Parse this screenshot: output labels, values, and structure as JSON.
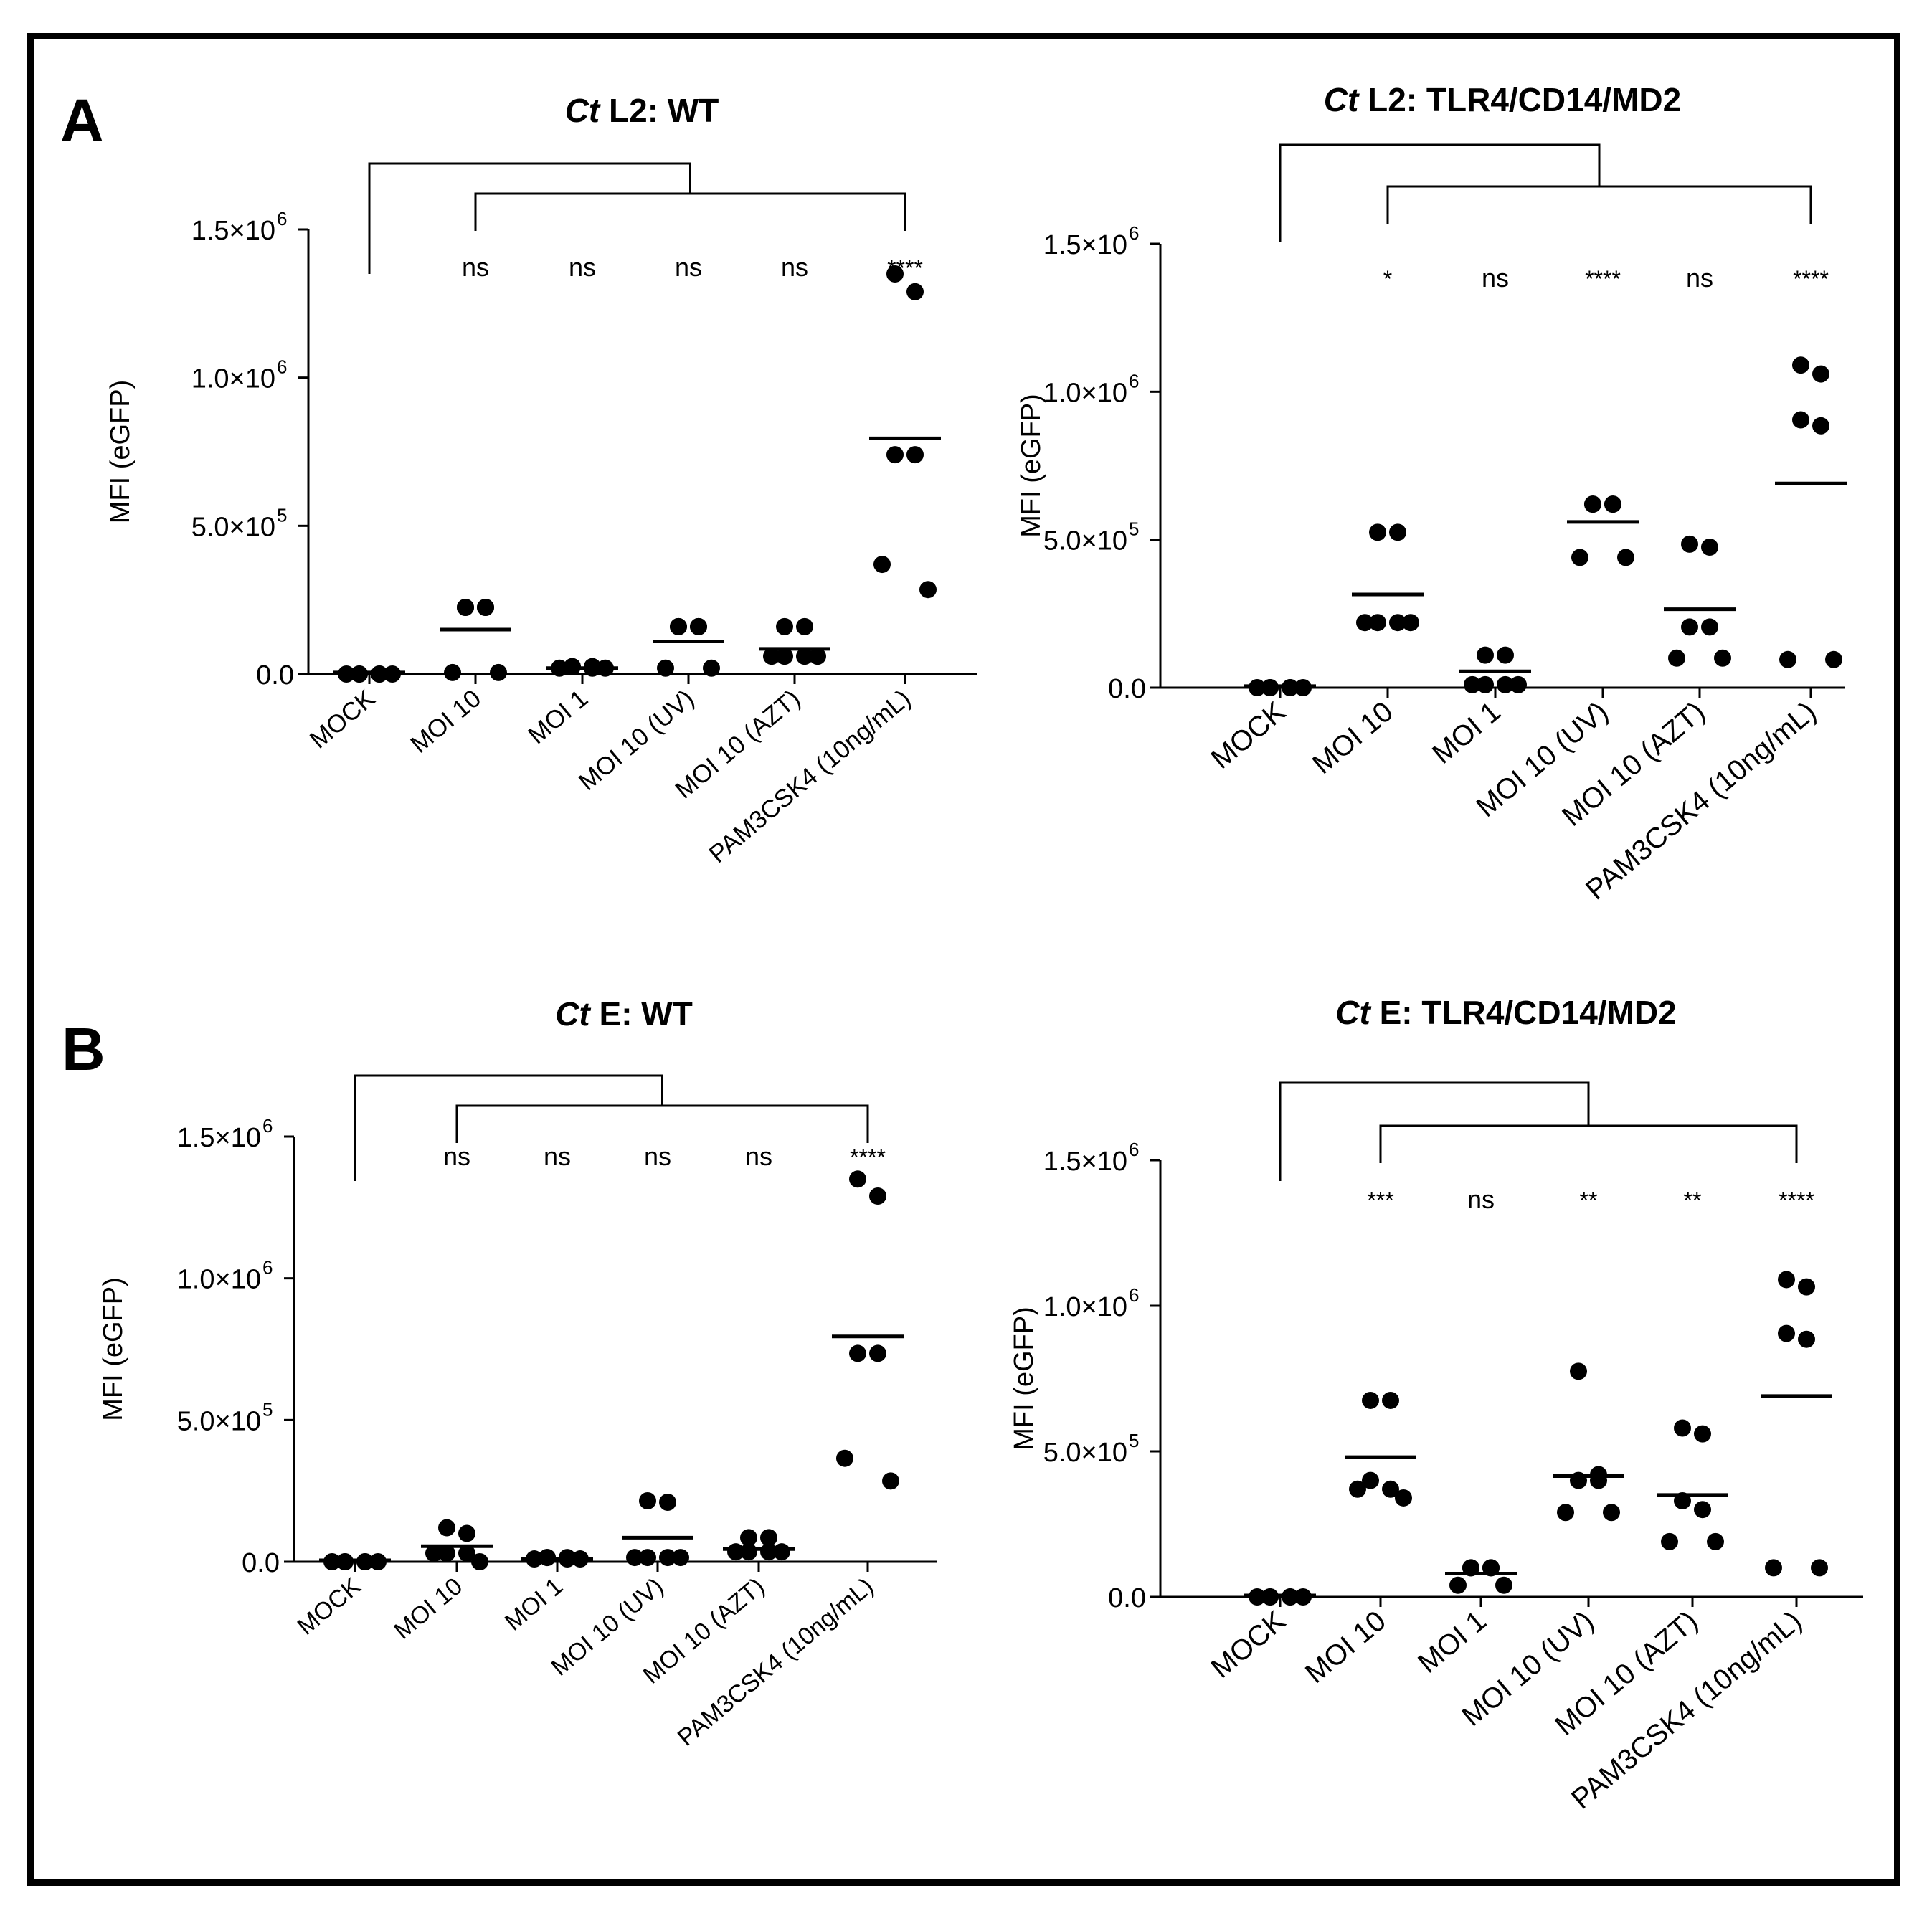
{
  "panel_labels": [
    "A",
    "B"
  ],
  "colors": {
    "ink": "#000000",
    "background": "#ffffff"
  },
  "chart_data": [
    {
      "type": "scatter",
      "panel": "A",
      "title_italic": "Ct",
      "title_rest": " L2: WT",
      "ylabel": "MFI (eGFP)",
      "ylim": [
        0,
        1500000
      ],
      "yticks": [
        {
          "value": 0,
          "label": "0.0"
        },
        {
          "value": 500000,
          "label": "5.0×10",
          "exp": "5"
        },
        {
          "value": 1000000,
          "label": "1.0×10",
          "exp": "6"
        },
        {
          "value": 1500000,
          "label": "1.5×10",
          "exp": "6"
        }
      ],
      "categories": [
        "MOCK",
        "MOI 10",
        "MOI 1",
        "MOI 10 (UV)",
        "MOI 10 (AZT)",
        "PAM3CSK4 (10ng/mL)"
      ],
      "points": [
        [
          0,
          0,
          0,
          0,
          0,
          0
        ],
        [
          225000,
          225000,
          225000,
          225000,
          5000,
          5000
        ],
        [
          25000,
          25000,
          25000,
          20000,
          20000,
          20000
        ],
        [
          160000,
          160000,
          160000,
          160000,
          20000,
          20000
        ],
        [
          160000,
          160000,
          60000,
          60000,
          60000,
          60000
        ],
        [
          1350000,
          1290000,
          740000,
          740000,
          370000,
          285000
        ]
      ],
      "means": [
        5000,
        150000,
        20000,
        110000,
        85000,
        795000
      ],
      "significance": [
        "",
        "ns",
        "ns",
        "ns",
        "ns",
        "****"
      ]
    },
    {
      "type": "scatter",
      "panel": "A",
      "title_italic": "Ct",
      "title_rest": " L2: TLR4/CD14/MD2",
      "ylabel": "MFI (eGFP)",
      "ylim": [
        0,
        1500000
      ],
      "yticks": [
        {
          "value": 0,
          "label": "0.0"
        },
        {
          "value": 500000,
          "label": "5.0×10",
          "exp": "5"
        },
        {
          "value": 1000000,
          "label": "1.0×10",
          "exp": "6"
        },
        {
          "value": 1500000,
          "label": "1.5×10",
          "exp": "6"
        }
      ],
      "categories": [
        "MOCK",
        "MOI 10",
        "MOI 1",
        "MOI 10 (UV)",
        "MOI 10 (AZT)",
        "PAM3CSK4 (10ng/mL)"
      ],
      "points": [
        [
          0,
          0,
          0,
          0,
          0,
          0
        ],
        [
          525000,
          525000,
          220000,
          220000,
          220000,
          220000
        ],
        [
          110000,
          110000,
          10000,
          10000,
          10000,
          10000
        ],
        [
          620000,
          620000,
          620000,
          620000,
          440000,
          440000
        ],
        [
          485000,
          475000,
          205000,
          205000,
          100000,
          100000
        ],
        [
          1090000,
          1060000,
          905000,
          885000,
          95000,
          95000
        ]
      ],
      "means": [
        5000,
        315000,
        55000,
        560000,
        265000,
        690000
      ],
      "significance": [
        "",
        "*",
        "ns",
        "****",
        "ns",
        "****"
      ]
    },
    {
      "type": "scatter",
      "panel": "B",
      "title_italic": "Ct",
      "title_rest": " E: WT",
      "ylabel": "MFI (eGFP)",
      "ylim": [
        0,
        1500000
      ],
      "yticks": [
        {
          "value": 0,
          "label": "0.0"
        },
        {
          "value": 500000,
          "label": "5.0×10",
          "exp": "5"
        },
        {
          "value": 1000000,
          "label": "1.0×10",
          "exp": "6"
        },
        {
          "value": 1500000,
          "label": "1.5×10",
          "exp": "6"
        }
      ],
      "categories": [
        "MOCK",
        "MOI 10",
        "MOI 1",
        "MOI 10 (UV)",
        "MOI 10 (AZT)",
        "PAM3CSK4 (10ng/mL)"
      ],
      "points": [
        [
          0,
          0,
          0,
          0,
          0,
          0
        ],
        [
          120000,
          100000,
          30000,
          30000,
          30000,
          0
        ],
        [
          15000,
          15000,
          15000,
          10000,
          10000,
          10000
        ],
        [
          215000,
          210000,
          15000,
          15000,
          15000,
          15000
        ],
        [
          85000,
          85000,
          35000,
          35000,
          35000,
          35000
        ],
        [
          1350000,
          1290000,
          735000,
          735000,
          365000,
          285000
        ]
      ],
      "means": [
        5000,
        55000,
        10000,
        85000,
        45000,
        795000
      ],
      "significance": [
        "",
        "ns",
        "ns",
        "ns",
        "ns",
        "****"
      ]
    },
    {
      "type": "scatter",
      "panel": "B",
      "title_italic": "Ct",
      "title_rest": " E: TLR4/CD14/MD2",
      "ylabel": "MFI (eGFP)",
      "ylim": [
        0,
        1500000
      ],
      "yticks": [
        {
          "value": 0,
          "label": "0.0"
        },
        {
          "value": 500000,
          "label": "5.0×10",
          "exp": "5"
        },
        {
          "value": 1000000,
          "label": "1.0×10",
          "exp": "6"
        },
        {
          "value": 1500000,
          "label": "1.5×10",
          "exp": "6"
        }
      ],
      "categories": [
        "MOCK",
        "MOI 10",
        "MOI 1",
        "MOI 10 (UV)",
        "MOI 10 (AZT)",
        "PAM3CSK4 (10ng/mL)"
      ],
      "points": [
        [
          0,
          0,
          0,
          0,
          0,
          0
        ],
        [
          675000,
          675000,
          400000,
          370000,
          370000,
          340000
        ],
        [
          100000,
          100000,
          100000,
          100000,
          40000,
          40000
        ],
        [
          775000,
          420000,
          400000,
          400000,
          290000,
          290000
        ],
        [
          580000,
          560000,
          330000,
          300000,
          190000,
          190000
        ],
        [
          1090000,
          1065000,
          905000,
          885000,
          100000,
          100000
        ]
      ],
      "means": [
        5000,
        480000,
        80000,
        415000,
        350000,
        690000
      ],
      "significance": [
        "",
        "***",
        "ns",
        "**",
        "**",
        "****"
      ]
    }
  ]
}
